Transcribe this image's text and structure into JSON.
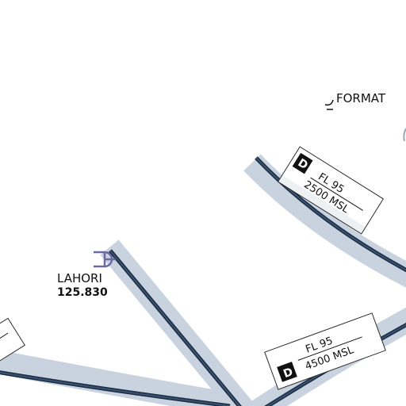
{
  "map": {
    "colors": {
      "background": "#ffffff",
      "corridor": "#c8d3df",
      "route_line": "#1b2c44",
      "waypoint_symbol": "#6c6aa4"
    },
    "labels": {
      "top_right_fragment": "FORMAT"
    },
    "waypoint": {
      "name": "LAHORI",
      "frequency": "125.830"
    },
    "route_boxes": [
      {
        "badge": "D",
        "upper": "FL 95",
        "lower": "2500 MSL"
      },
      {
        "badge": "D",
        "upper": "FL 95",
        "lower": "4500 MSL"
      }
    ]
  }
}
